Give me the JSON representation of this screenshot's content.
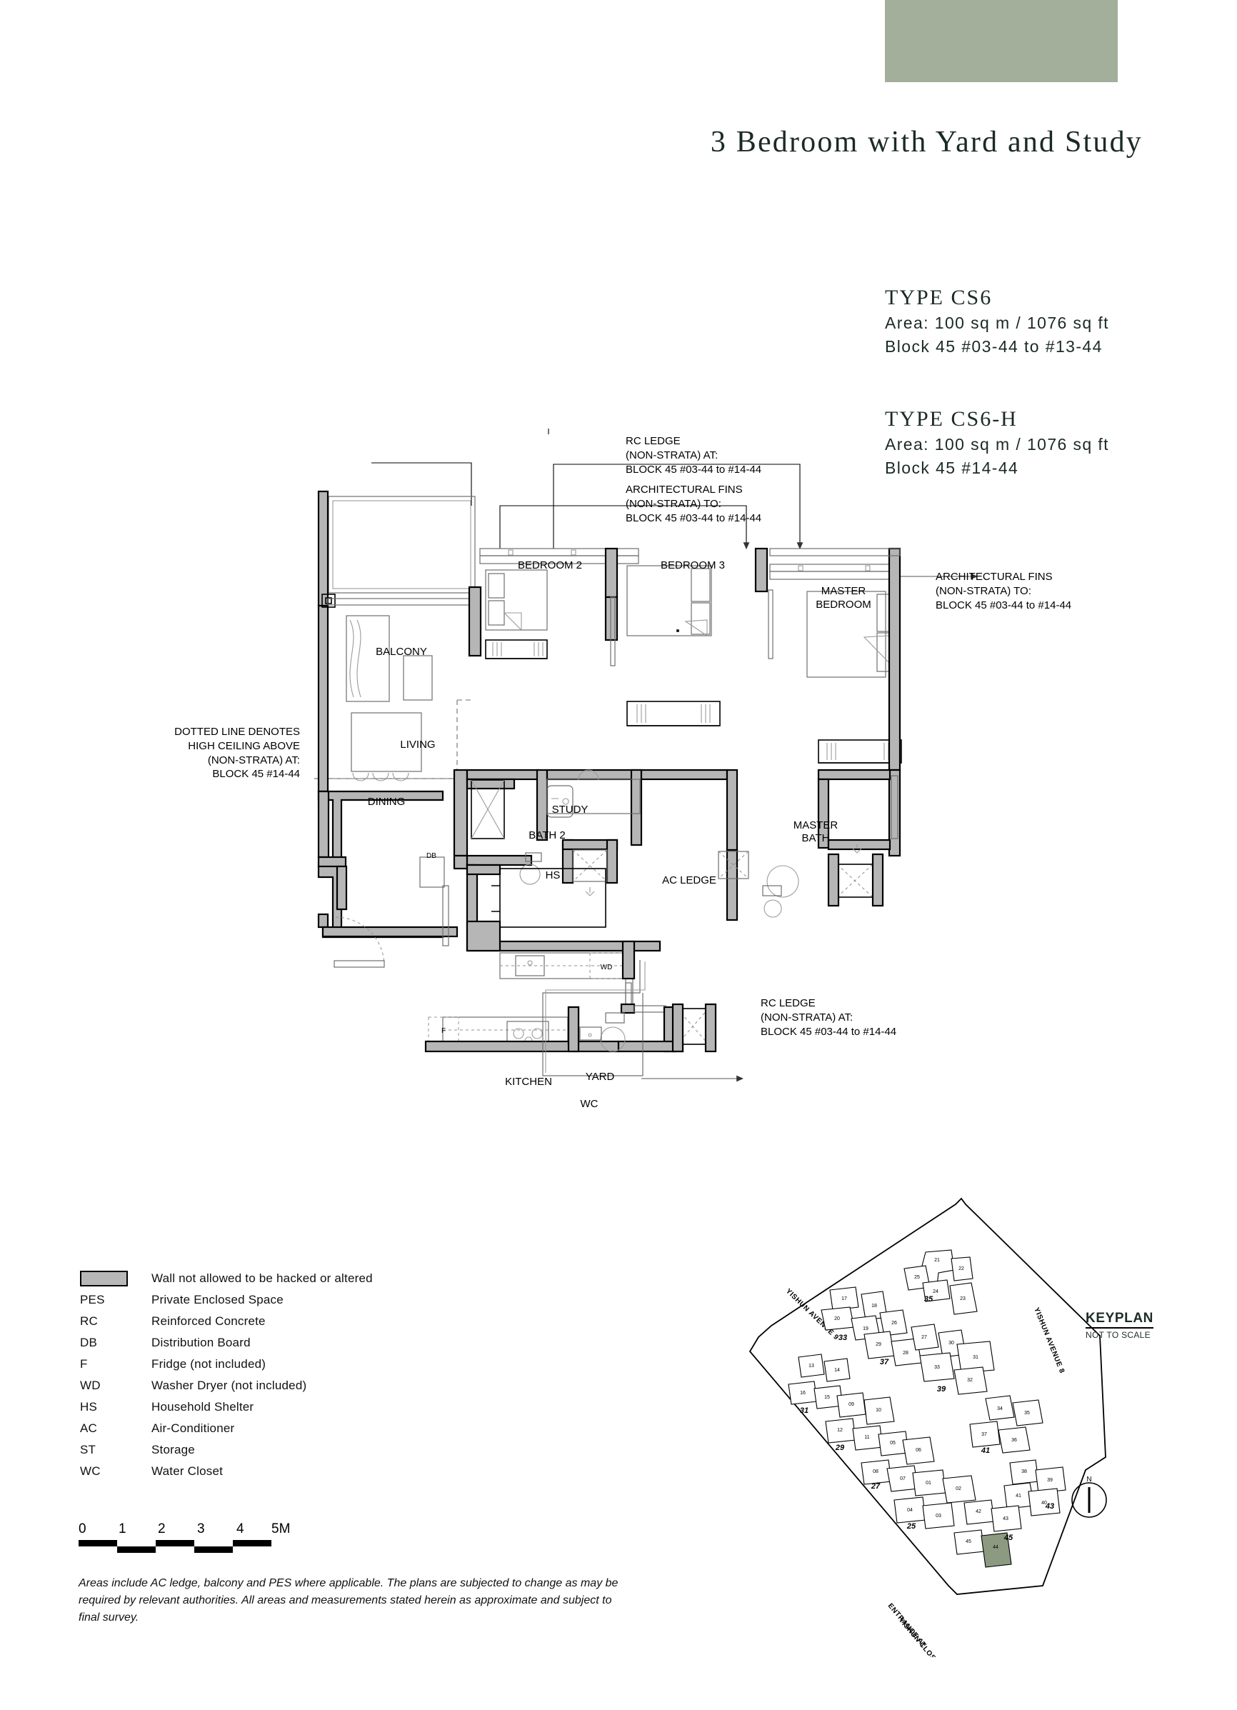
{
  "header": {
    "title": "3 Bedroom with Yard and Study",
    "swatch_color": "#a3ae9b"
  },
  "types": [
    {
      "name": "TYPE CS6",
      "area": "Area: 100 sq m / 1076 sq ft",
      "block": "Block 45 #03-44 to #13-44"
    },
    {
      "name": "TYPE CS6-H",
      "area": "Area: 100 sq m / 1076 sq ft",
      "block": "Block 45 #14-44"
    }
  ],
  "annotations": {
    "rc_ledge_top": {
      "l1": "RC LEDGE",
      "l2": "(NON-STRATA) AT:",
      "l3": "BLOCK 45 #03-44 to #14-44"
    },
    "arch_fins_top": {
      "l1": "ARCHITECTURAL FINS",
      "l2": "(NON-STRATA) TO:",
      "l3": "BLOCK 45 #03-44 to #14-44"
    },
    "arch_fins_right": {
      "l1": "ARCHITECTURAL FINS",
      "l2": "(NON-STRATA) TO:",
      "l3": "BLOCK 45 #03-44 to #14-44"
    },
    "dotted_line_left": {
      "l1": "DOTTED LINE DENOTES",
      "l2": "HIGH CEILING ABOVE",
      "l3": "(NON-STRATA) AT:",
      "l4": "BLOCK 45 #14-44"
    },
    "rc_ledge_bottom": {
      "l1": "RC LEDGE",
      "l2": "(NON-STRATA) AT:",
      "l3": "BLOCK 45 #03-44 to #14-44"
    }
  },
  "rooms": {
    "balcony": "BALCONY",
    "living": "LIVING",
    "dining": "DINING",
    "bedroom2": "BEDROOM 2",
    "bedroom3": "BEDROOM 3",
    "master_bedroom_l1": "MASTER",
    "master_bedroom_l2": "BEDROOM",
    "study": "STUDY",
    "bath2": "BATH 2",
    "master_bath_l1": "MASTER",
    "master_bath_l2": "BATH",
    "hs": "HS",
    "db": "DB",
    "wd": "WD",
    "f": "F",
    "kitchen": "KITCHEN",
    "yard": "YARD",
    "wc": "WC",
    "ac_ledge": "AC LEDGE"
  },
  "legend": {
    "swatch_label": "Wall not allowed to be hacked or altered",
    "items": [
      {
        "key": "PES",
        "label": "Private Enclosed Space"
      },
      {
        "key": "RC",
        "label": "Reinforced Concrete"
      },
      {
        "key": "DB",
        "label": "Distribution Board"
      },
      {
        "key": "F",
        "label": "Fridge (not included)"
      },
      {
        "key": "WD",
        "label": "Washer Dryer (not included)"
      },
      {
        "key": "HS",
        "label": "Household Shelter"
      },
      {
        "key": "AC",
        "label": "Air-Conditioner"
      },
      {
        "key": "ST",
        "label": "Storage"
      },
      {
        "key": "WC",
        "label": "Water Closet"
      }
    ]
  },
  "scalebar": {
    "ticks": [
      "0",
      "1",
      "2",
      "3",
      "4",
      "5M"
    ]
  },
  "disclaimer": "Areas include AC ledge, balcony and PES where applicable. The plans are subjected to change as may be required by relevant authorities. All areas and measurements stated herein as approximate and subject to final survey.",
  "keyplan": {
    "title": "KEYPLAN",
    "subtitle": "NOT TO SCALE",
    "north_label": "N",
    "roads": [
      "YISHUN AVENUE 9",
      "YISHUN AVENUE 8",
      "ENTRANCE AT",
      "YISHUN CLOSE"
    ],
    "block_bold_labels": [
      "35",
      "33",
      "37",
      "39",
      "31",
      "29",
      "27",
      "25",
      "41",
      "43",
      "45"
    ],
    "unit_numbers": [
      "21",
      "22",
      "23",
      "24",
      "25",
      "17",
      "18",
      "19",
      "20",
      "26",
      "27",
      "28",
      "29",
      "30",
      "31",
      "32",
      "33",
      "13",
      "14",
      "15",
      "16",
      "09",
      "10",
      "11",
      "12",
      "05",
      "06",
      "07",
      "08",
      "01",
      "02",
      "03",
      "04",
      "34",
      "35",
      "36",
      "37",
      "38",
      "39",
      "40",
      "41",
      "42",
      "43",
      "44",
      "45"
    ],
    "highlight_block": "44",
    "highlight_color": "#8b9a80"
  }
}
